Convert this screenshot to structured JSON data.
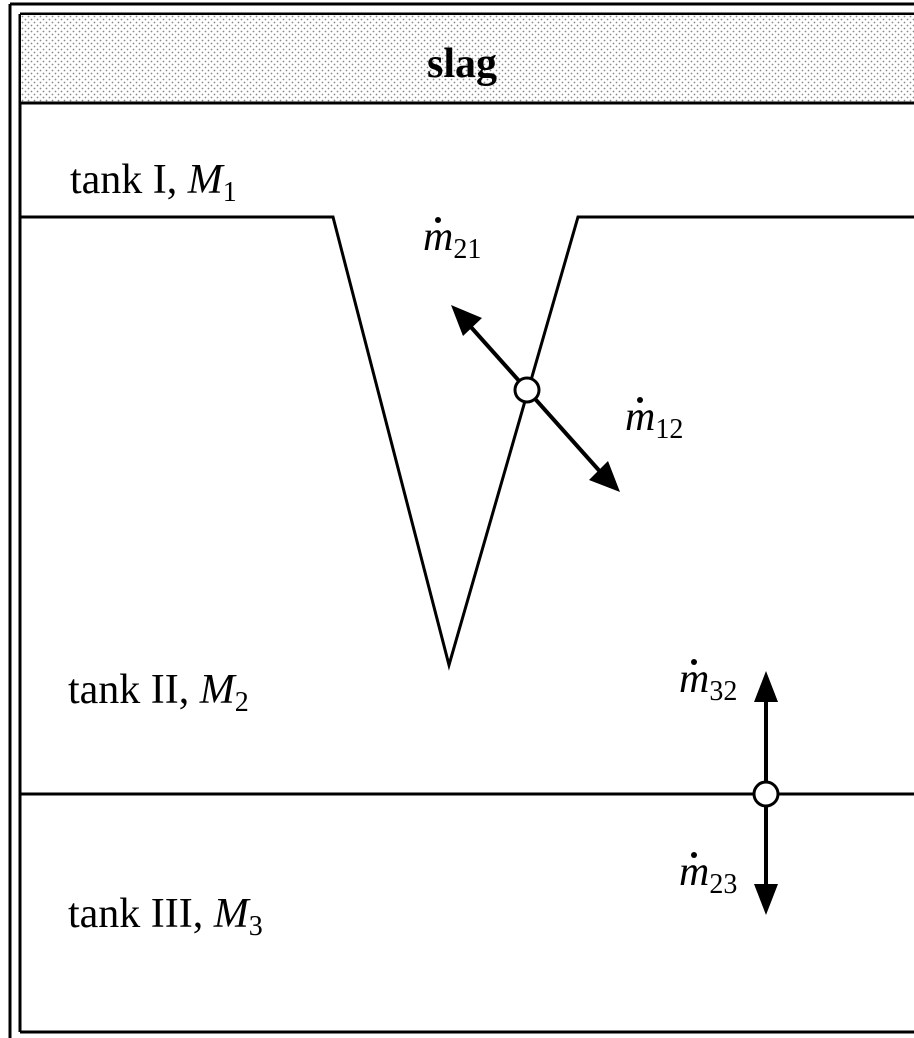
{
  "slag": {
    "label": "slag"
  },
  "tanks": [
    {
      "name": "tank I, ",
      "var": "M",
      "sub": "1"
    },
    {
      "name": "tank II, ",
      "var": "M",
      "sub": "2"
    },
    {
      "name": "tank III, ",
      "var": "M",
      "sub": "3"
    }
  ],
  "flows": [
    {
      "var": "m",
      "sub": "21"
    },
    {
      "var": "m",
      "sub": "12"
    },
    {
      "var": "m",
      "sub": "32"
    },
    {
      "var": "m",
      "sub": "23"
    }
  ]
}
